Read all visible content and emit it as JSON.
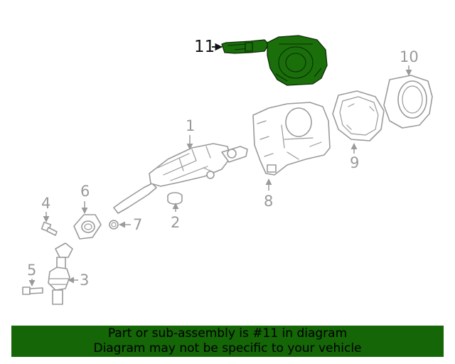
{
  "callouts": {
    "c1": "1",
    "c2": "2",
    "c3": "3",
    "c4": "4",
    "c5": "5",
    "c6": "6",
    "c7": "7",
    "c8": "8",
    "c9": "9",
    "c10": "10",
    "c11": "11"
  },
  "banner": {
    "line1": "Part or sub-assembly is #11 in diagram",
    "line2": "Diagram may not be specific to your vehicle"
  },
  "colors": {
    "highlight": "#1a6f0b",
    "banner_background": "#146607",
    "line_gray": "#9a9a9a"
  }
}
